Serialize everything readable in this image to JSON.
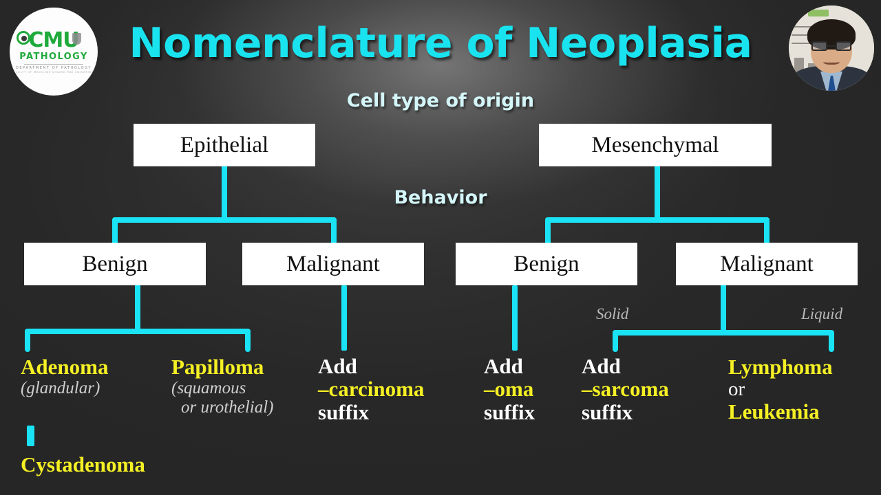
{
  "slide": {
    "title": "Nomenclature of Neoplasia",
    "level_labels": {
      "origin": "Cell type of origin",
      "behavior": "Behavior"
    },
    "colors": {
      "background": "#262626",
      "title": "#19e3ef",
      "level_label": "#d4f6f9",
      "connector": "#19e3f5",
      "term_highlight": "#f5f024",
      "term_plain": "#ffffff",
      "paren_note": "#cfcfcf",
      "box_background": "#ffffff",
      "box_text": "#101010"
    }
  },
  "logo": {
    "mark": "CMU",
    "word": "PATHOLOGY",
    "line1": "DEPARTMENT OF PATHOLOGY",
    "line2": "FACULTY OF MEDICINE CHIANG MAI UNIVERSITY"
  },
  "tree": {
    "origin_nodes": [
      {
        "label": "Epithelial"
      },
      {
        "label": "Mesenchymal"
      }
    ],
    "behavior_nodes": [
      {
        "label": "Benign",
        "parent": "Epithelial"
      },
      {
        "label": "Malignant",
        "parent": "Epithelial"
      },
      {
        "label": "Benign",
        "parent": "Mesenchymal"
      },
      {
        "label": "Malignant",
        "parent": "Mesenchymal"
      }
    ],
    "side_labels": [
      {
        "label": "Solid"
      },
      {
        "label": "Liquid"
      }
    ]
  },
  "leaves": {
    "adenoma": {
      "term": "Adenoma",
      "note": "(glandular)",
      "alt_term": "Cystadenoma"
    },
    "papilloma": {
      "term": "Papilloma",
      "note_line1": "(squamous",
      "note_line2": "or urothelial)"
    },
    "carcinoma": {
      "line1": "Add",
      "line2": "–carcinoma",
      "line3": "suffix"
    },
    "oma": {
      "line1": "Add",
      "line2": "–oma",
      "line3": "suffix"
    },
    "sarcoma": {
      "line1": "Add",
      "line2": "–sarcoma",
      "line3": "suffix"
    },
    "lymphoid": {
      "term1": "Lymphoma",
      "conjunction": "or",
      "term2": "Leukemia"
    }
  }
}
